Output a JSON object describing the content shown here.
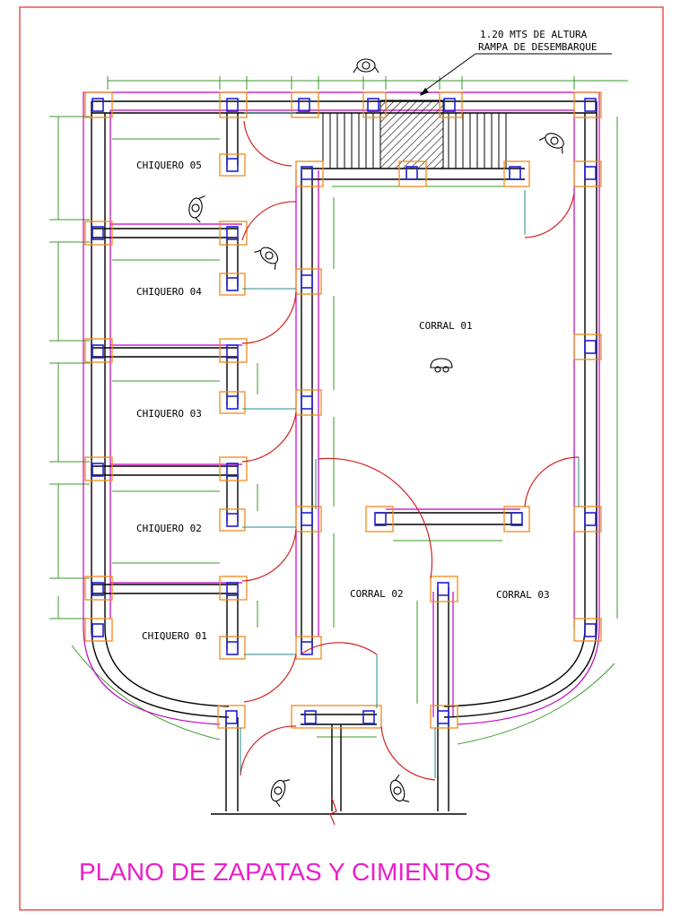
{
  "plan": {
    "title": "PLANO DE ZAPATAS Y CIMIENTOS",
    "rooms": {
      "chiquero_05": "CHIQUERO 05",
      "chiquero_04": "CHIQUERO 04",
      "chiquero_03": "CHIQUERO 03",
      "chiquero_02": "CHIQUERO 02",
      "chiquero_01": "CHIQUERO 01",
      "corral_01": "CORRAL 01",
      "corral_02": "CORRAL 02",
      "corral_03": "CORRAL 03"
    },
    "ramp": {
      "height_note": "1.20 MTS DE ALTURA",
      "label": "RAMPA DE DESEMBARQUE"
    }
  },
  "colors": {
    "frame": "#e8262a",
    "wall": "#000000",
    "footing": "#f08a1c",
    "column": "#1f1fd6",
    "foundation": "#c000c0",
    "dimension": "#3a9a2a",
    "door": "#d42020",
    "title": "#e820c8"
  }
}
